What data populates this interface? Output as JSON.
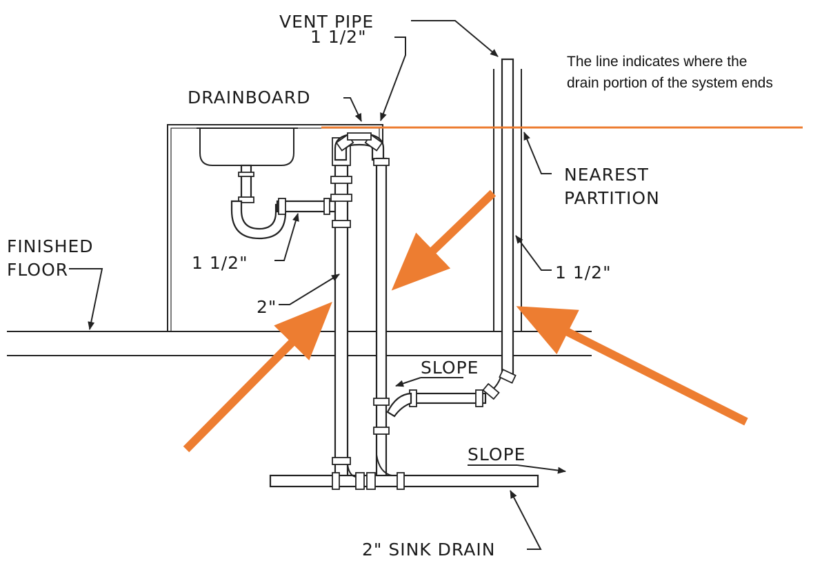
{
  "labels": {
    "vent_pipe": "VENT PIPE",
    "size_top": "1 1/2\"",
    "drainboard": "DRAINBOARD",
    "nearest": "NEAREST",
    "partition": "PARTITION",
    "finished": "FINISHED",
    "floor": "FLOOR",
    "size_trap": "1 1/2\"",
    "size_vent": "1 1/2\"",
    "size_drain": "2\"",
    "slope_upper": "SLOPE",
    "slope_lower": "SLOPE",
    "sink_drain": "2\" SINK DRAIN"
  },
  "annotation": {
    "line1": "The line indicates where the",
    "line2": "drain portion of the system ends"
  },
  "colors": {
    "annotation": "#ed7d31",
    "drawing": "#222222"
  }
}
